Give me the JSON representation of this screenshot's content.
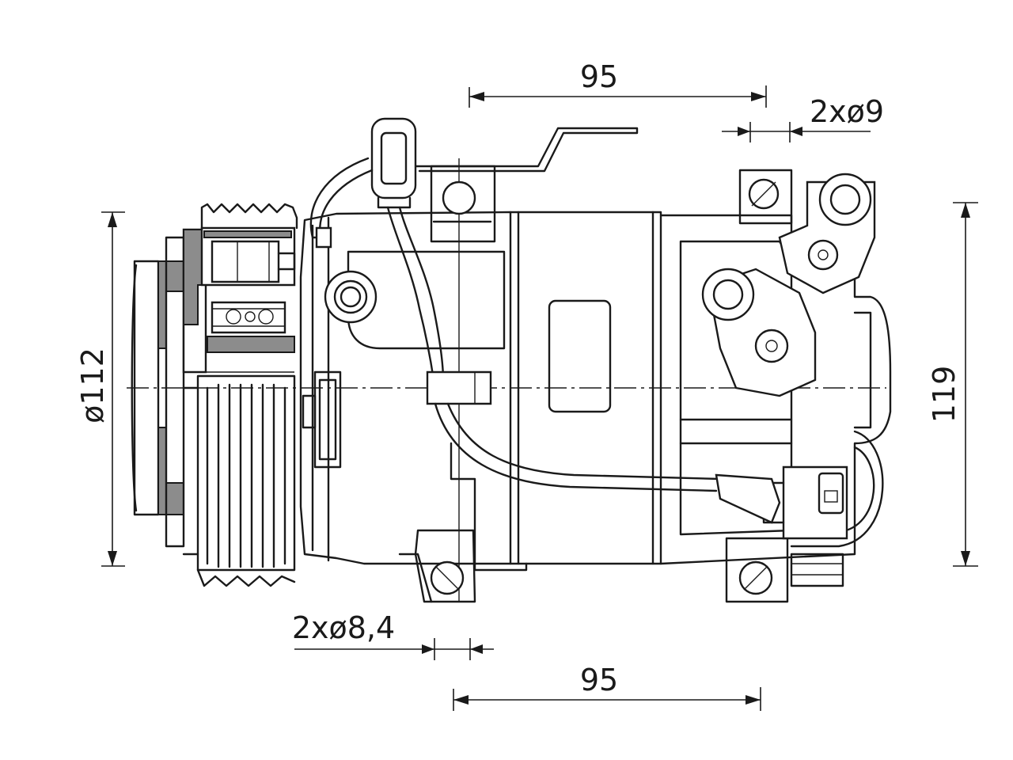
{
  "dimensions": {
    "top_width": "95",
    "bottom_width": "95",
    "top_holes": "2xø9",
    "bottom_holes": "2xø8,4",
    "pulley_diameter": "ø112",
    "height": "119"
  },
  "colors": {
    "line": "#1a1a1a",
    "hatch": "#8c8c8c",
    "background": "#ffffff"
  }
}
